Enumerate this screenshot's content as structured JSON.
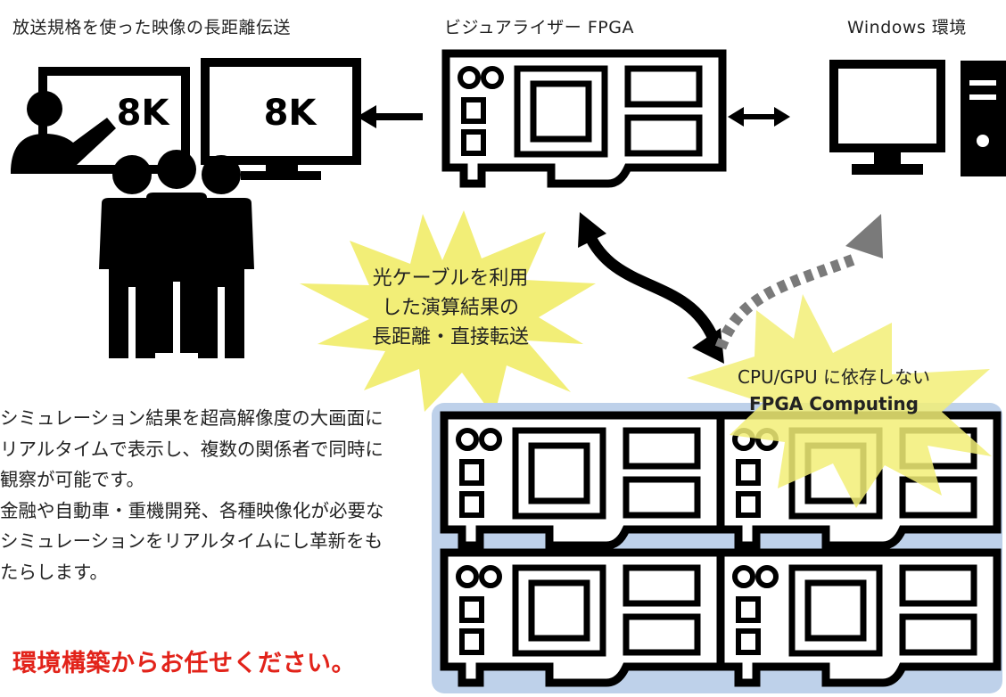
{
  "labels": {
    "broadcast": "放送規格を使った映像の長距離伝送",
    "visualizer": "ビジュアライザー FPGA",
    "windows": "Windows 環境"
  },
  "screens": {
    "left": "8K",
    "right": "8K"
  },
  "burst_left": {
    "line1": "光ケーブルを利用",
    "line2": "した演算結果の",
    "line3": "長距離・直接転送"
  },
  "burst_right": {
    "line1": "CPU/GPU に依存しない",
    "line2": "FPGA Computing"
  },
  "description": {
    "p1": "シミュレーション結果を超高解像度の大画面にリアルタイムで表示し、複数の関係者で同時に観察が可能です。",
    "p2": "金融や自動車・重機開発、各種映像化が必要なシミュレーションをリアルタイムにし革新をもたらします。"
  },
  "cta": "環境構築からお任せください。",
  "colors": {
    "burst": "#f2ee77",
    "cluster_bg": "#bed1ea",
    "cta": "#e2231a",
    "dashed_arrow": "#7a7a7a"
  }
}
